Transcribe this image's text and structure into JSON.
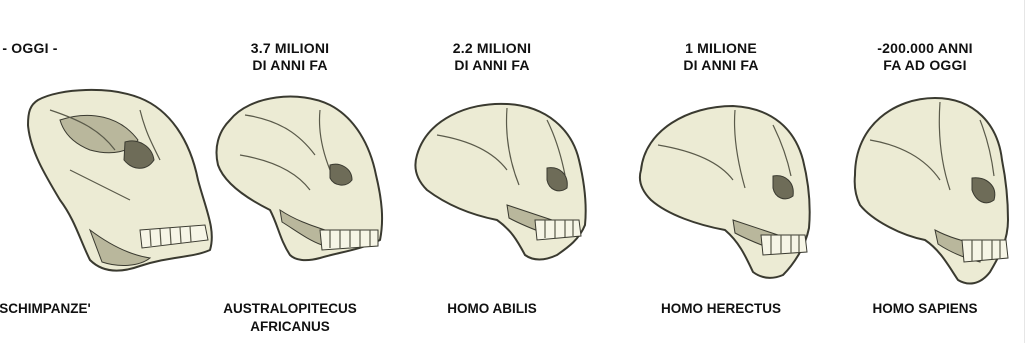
{
  "stages": [
    {
      "era": "- OGGI -",
      "name": "SCHIMPANZE'"
    },
    {
      "era": "3.7 MILIONI\nDI ANNI FA",
      "name": "AUSTRALOPITECUS\nAFRICANUS"
    },
    {
      "era": "2.2 MILIONI\nDI ANNI FA",
      "name": "HOMO ABILIS"
    },
    {
      "era": "1 MILIONE\nDI ANNI FA",
      "name": "HOMO HERECTUS"
    },
    {
      "era": "-200.000 ANNI\nFA AD OGGI",
      "name": "HOMO SAPIENS"
    }
  ],
  "colors": {
    "bone": "#ecebd4",
    "outline": "#3a3a30"
  }
}
